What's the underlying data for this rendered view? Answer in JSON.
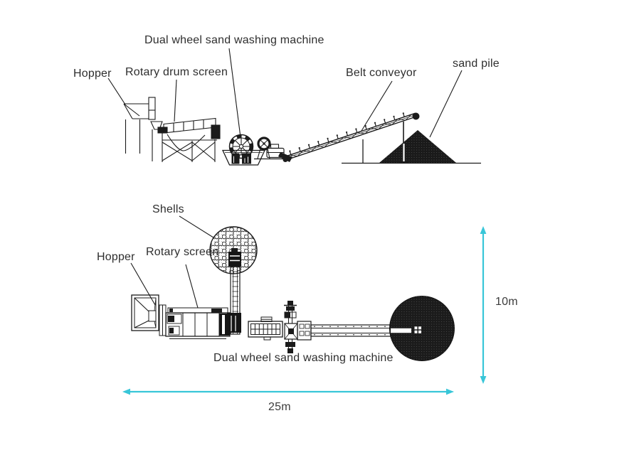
{
  "diagram": {
    "background_color": "#ffffff",
    "line_color": "#1b1b1b",
    "accent_color": "#38c6d8",
    "side_view": {
      "labels": {
        "hopper": "Hopper",
        "rotary_drum_screen": "Rotary drum screen",
        "dual_wheel_washer": "Dual wheel sand washing machine",
        "belt_conveyor": "Belt conveyor",
        "sand_pile": "sand pile"
      }
    },
    "plan_view": {
      "labels": {
        "shells": "Shells",
        "hopper": "Hopper",
        "rotary_screen": "Rotary screen",
        "dual_wheel_washer": "Dual wheel sand washing machine"
      },
      "dimensions": {
        "width": "25m",
        "height": "10m"
      }
    }
  }
}
